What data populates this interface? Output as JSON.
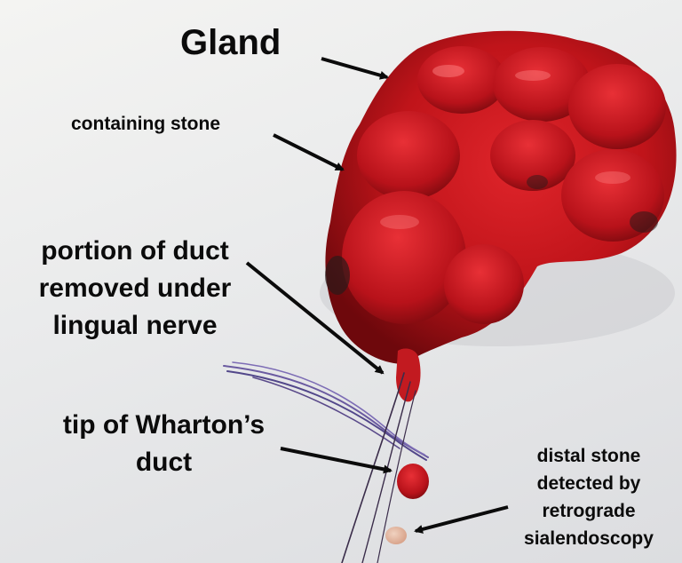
{
  "labels": {
    "gland": "Gland",
    "containing": "containing stone",
    "portion": [
      "portion of duct",
      "removed under",
      "lingual nerve"
    ],
    "tip": [
      "tip of Wharton’s",
      "duct"
    ],
    "distal": [
      "distal stone",
      "detected by",
      "retrograde",
      "sialendoscopy"
    ]
  },
  "colors": {
    "tissue": "#c0141a",
    "tissue_dark": "#7a0a0e",
    "suture": "#5a4a8a",
    "label_text": "#0b0b0b",
    "background": "#eaeaea"
  }
}
